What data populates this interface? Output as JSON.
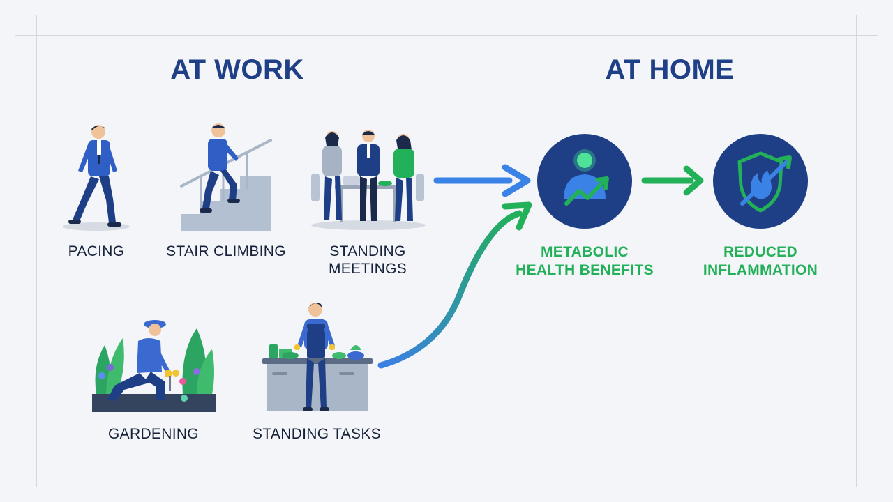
{
  "sections": {
    "work_title": "AT WORK",
    "home_title": "AT HOME"
  },
  "activities": {
    "pacing": "PACING",
    "stair_climbing": "STAIR CLIMBING",
    "standing_meetings_line1": "STANDING",
    "standing_meetings_line2": "MEETINGS",
    "gardening": "GARDENING",
    "standing_tasks": "STANDING TASKS"
  },
  "outcomes": {
    "metabolic_line1": "METABOLIC",
    "metabolic_line2": "HEALTH BENEFITS",
    "inflammation_line1": "REDUCED",
    "inflammation_line2": "INFLAMMATION"
  },
  "colors": {
    "title_blue": "#1f3f86",
    "accent_green": "#22b058",
    "arrow_blue": "#3b82e6",
    "badge_navy": "#1e3f86"
  },
  "icons": [
    "walking-person-icon",
    "stair-climber-icon",
    "meeting-group-icon",
    "gardener-icon",
    "kitchen-worker-icon",
    "metabolic-person-chart-icon",
    "shield-flame-icon"
  ]
}
